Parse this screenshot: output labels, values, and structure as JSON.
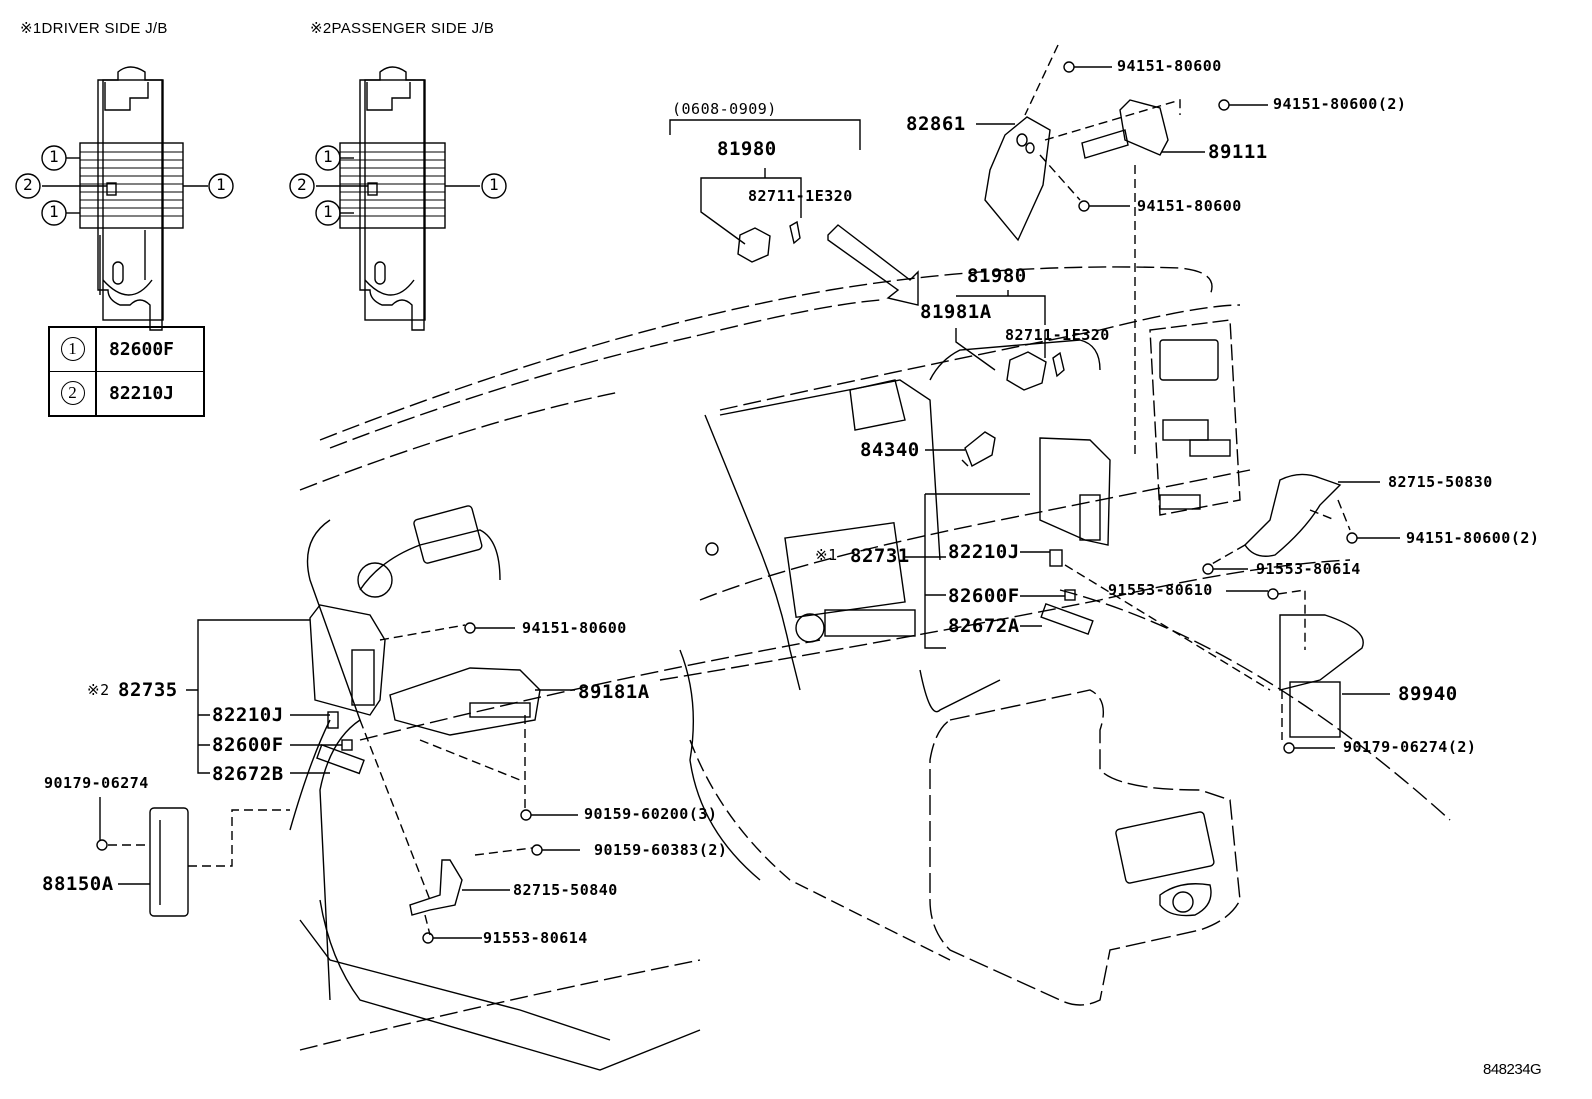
{
  "diagram": {
    "drawing_number": "848234G",
    "junction_blocks": {
      "driver": {
        "mark": "※1",
        "title": "DRIVER SIDE J/B"
      },
      "passenger": {
        "mark": "※2",
        "title": "PASSENGER SIDE J/B"
      },
      "callouts": {
        "one": "1",
        "two": "2"
      }
    },
    "legend": [
      {
        "ref": "1",
        "part": "82600F"
      },
      {
        "ref": "2",
        "part": "82210J"
      }
    ],
    "date_range": "(0608-0909)",
    "parts": {
      "p81980_top": "81980",
      "p82711_top": "82711-1E320",
      "p81980_mid": "81980",
      "p81981A": "81981A",
      "p82711_mid": "82711-1E320",
      "p82861": "82861",
      "p94151_a": "94151-80600",
      "p94151_b": "94151-80600(2)",
      "p89111": "89111",
      "p94151_c": "94151-80600",
      "p84340": "84340",
      "p82731_mark": "※1",
      "p82731": "82731",
      "p82210J_r": "82210J",
      "p82600F_r": "82600F",
      "p82672A": "82672A",
      "p82715_50830": "82715-50830",
      "p94151_d": "94151-80600(2)",
      "p91553_80614_r": "91553-80614",
      "p91553_80610": "91553-80610",
      "p89940": "89940",
      "p90179_r": "90179-06274(2)",
      "p94151_e": "94151-80600",
      "p82735_mark": "※2",
      "p82735": "82735",
      "p89181A": "89181A",
      "p82210J_l": "82210J",
      "p82600F_l": "82600F",
      "p82672B": "82672B",
      "p90179_l": "90179-06274",
      "p88150A": "88150A",
      "p90159_60200": "90159-60200(3)",
      "p90159_60383": "90159-60383(2)",
      "p82715_50840": "82715-50840",
      "p91553_80614_l": "91553-80614"
    }
  }
}
